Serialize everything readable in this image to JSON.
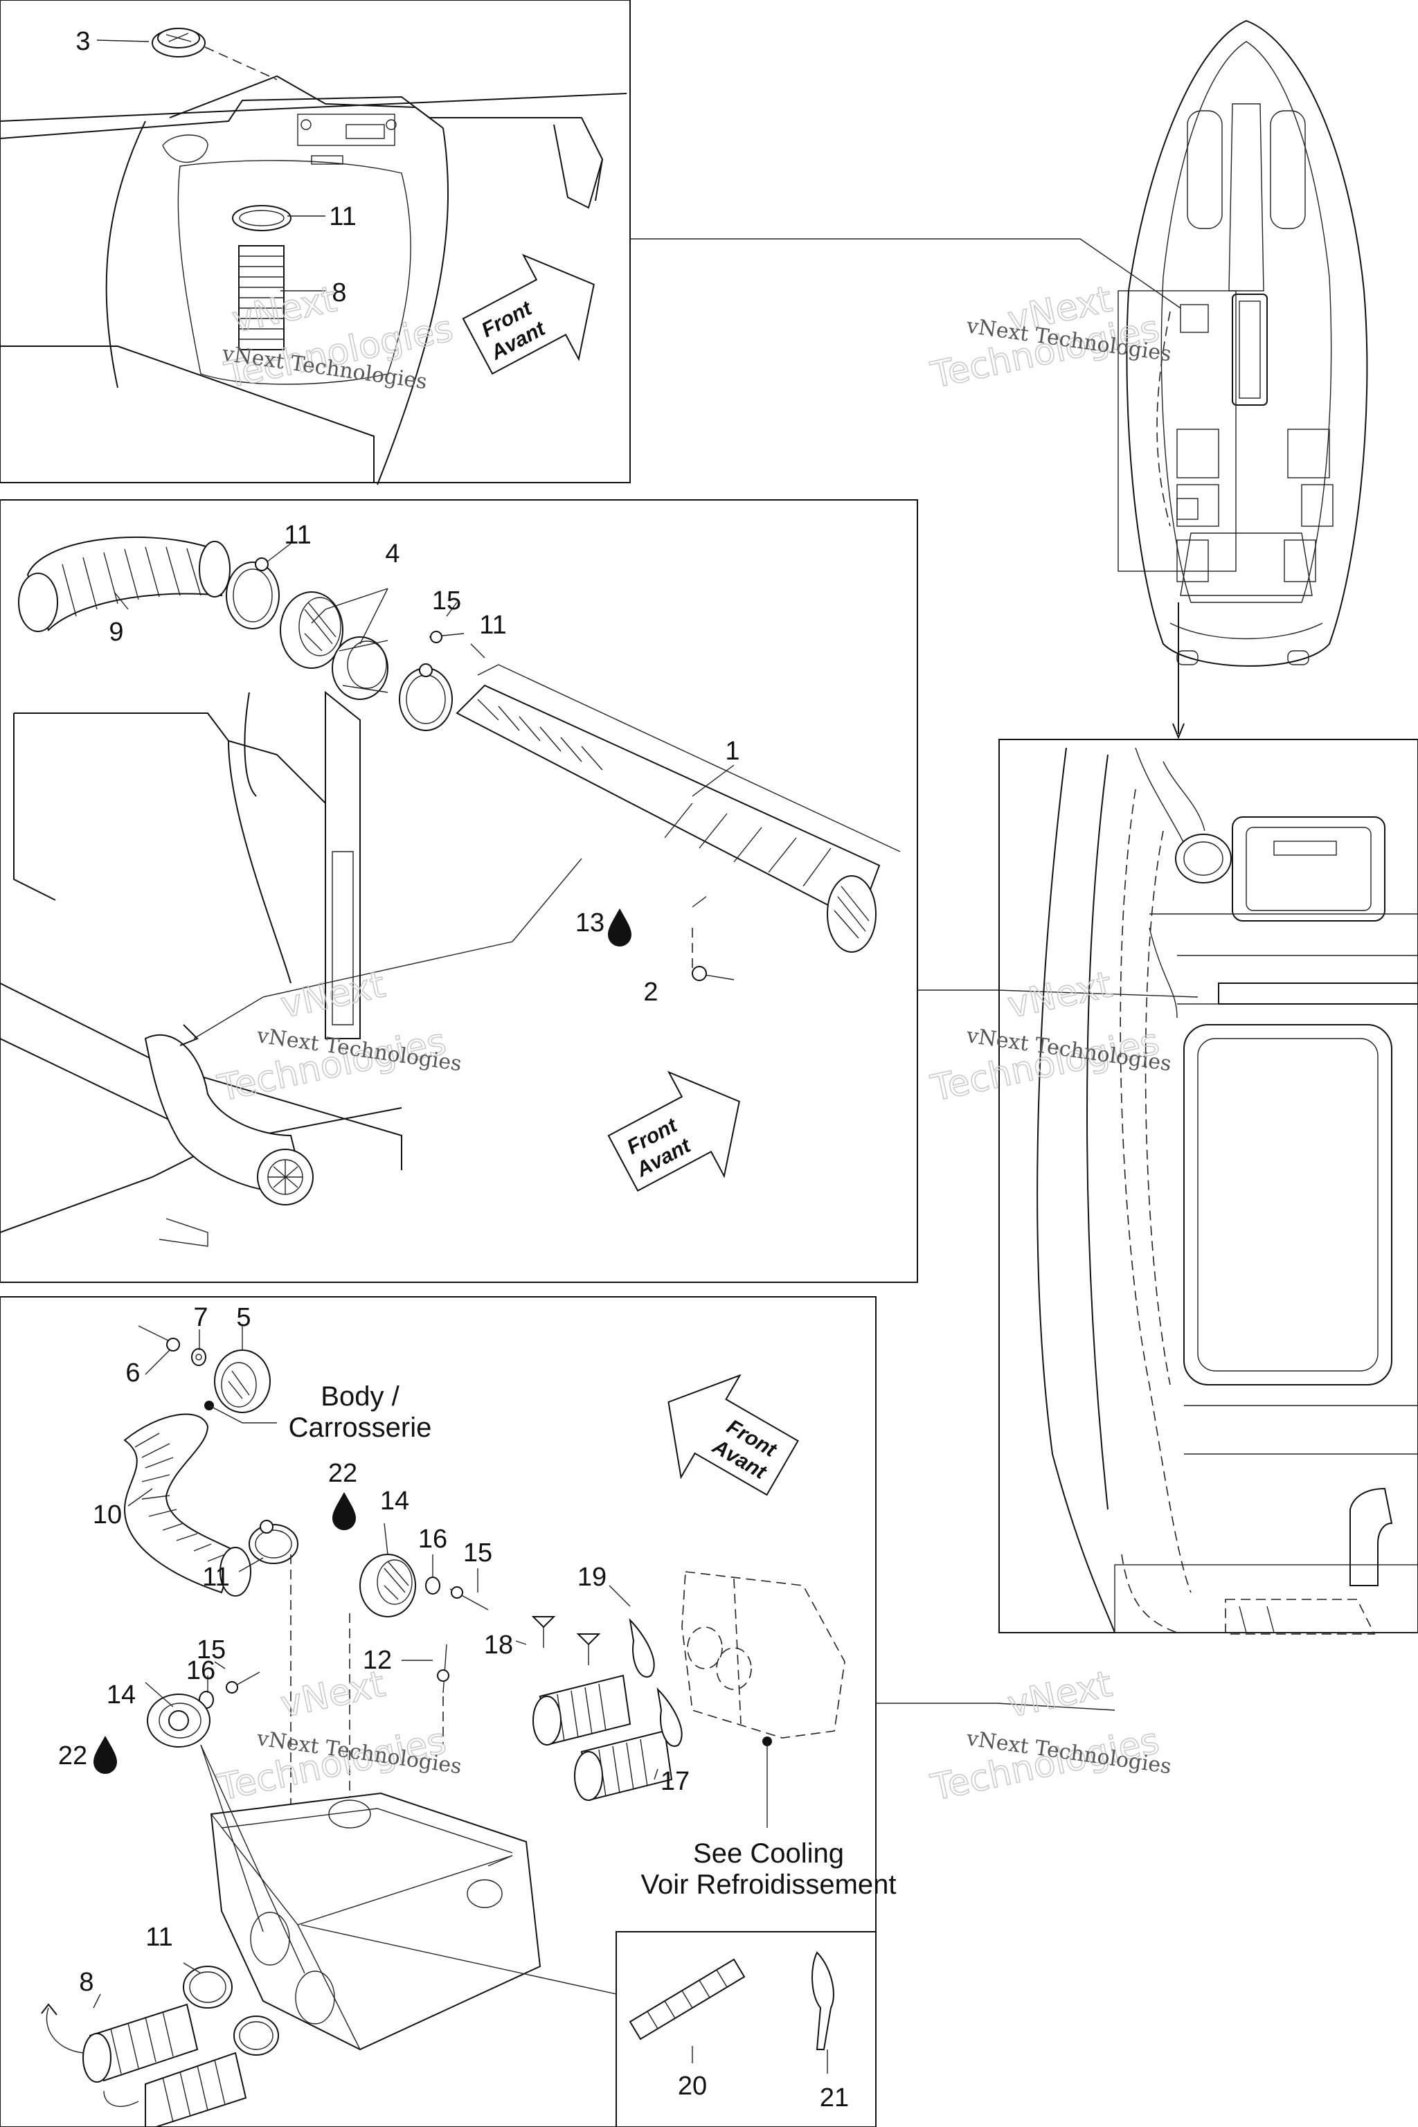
{
  "callouts": {
    "c1": "1",
    "c2": "2",
    "c3": "3",
    "c4": "4",
    "c5": "5",
    "c6": "6",
    "c7": "7",
    "c8a": "8",
    "c8b": "8",
    "c9": "9",
    "c10": "10",
    "c11a": "11",
    "c11b": "11",
    "c11c": "11",
    "c11d": "11",
    "c11e": "11",
    "c12": "12",
    "c13": "13",
    "c14a": "14",
    "c14b": "14",
    "c15a": "15",
    "c15b": "15",
    "c15c": "15",
    "c16a": "16",
    "c16b": "16",
    "c17": "17",
    "c18": "18",
    "c19": "19",
    "c20": "20",
    "c21": "21",
    "c22a": "22",
    "c22b": "22"
  },
  "notes": {
    "body_line1": "Body /",
    "body_line2": "Carrosserie",
    "cooling_line1": "See Cooling",
    "cooling_line2": "Voir Refroidissement"
  },
  "direction_arrows": {
    "front": "Front",
    "avant": "Avant"
  },
  "watermark": {
    "line1": "vNext Technologies",
    "line2a": "vNext",
    "line2b": "Technologies"
  },
  "icons": {
    "sealant_drop": "sealant-drop-icon"
  }
}
